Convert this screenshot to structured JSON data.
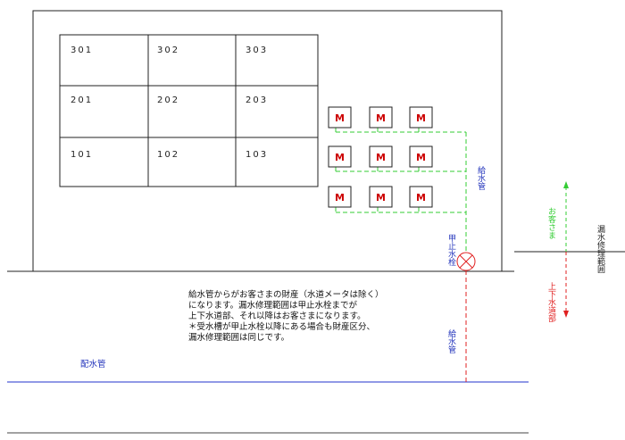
{
  "rooms": {
    "r301": "301",
    "r302": "302",
    "r303": "303",
    "r201": "201",
    "r202": "202",
    "r203": "203",
    "r101": "101",
    "r102": "102",
    "r103": "103"
  },
  "meter_symbol": "M",
  "labels": {
    "supply_pipe_upper": "給水管",
    "supply_pipe_lower": "給水管",
    "stop_valve": "甲止水栓",
    "customer": "お客さま",
    "water_dept": "上下水道部",
    "repair_range": "漏水修理範囲",
    "main_pipe": "配水管"
  },
  "note_lines": [
    "給水管からがお客さまの財産（水道メータは除く）",
    "になります。漏水修理範囲は甲止水栓までが",
    "上下水道部、それ以降はお客さまになります。",
    "＊受水槽が甲止水栓以降にある場合も財産区分、",
    "漏水修理範囲は同じです。"
  ],
  "colors": {
    "building": "#222222",
    "meter": "#cc0000",
    "customer_side": "#33cc33",
    "dept_side": "#e02020",
    "main_pipe": "#2233cc",
    "label_blue": "#2233bb"
  }
}
